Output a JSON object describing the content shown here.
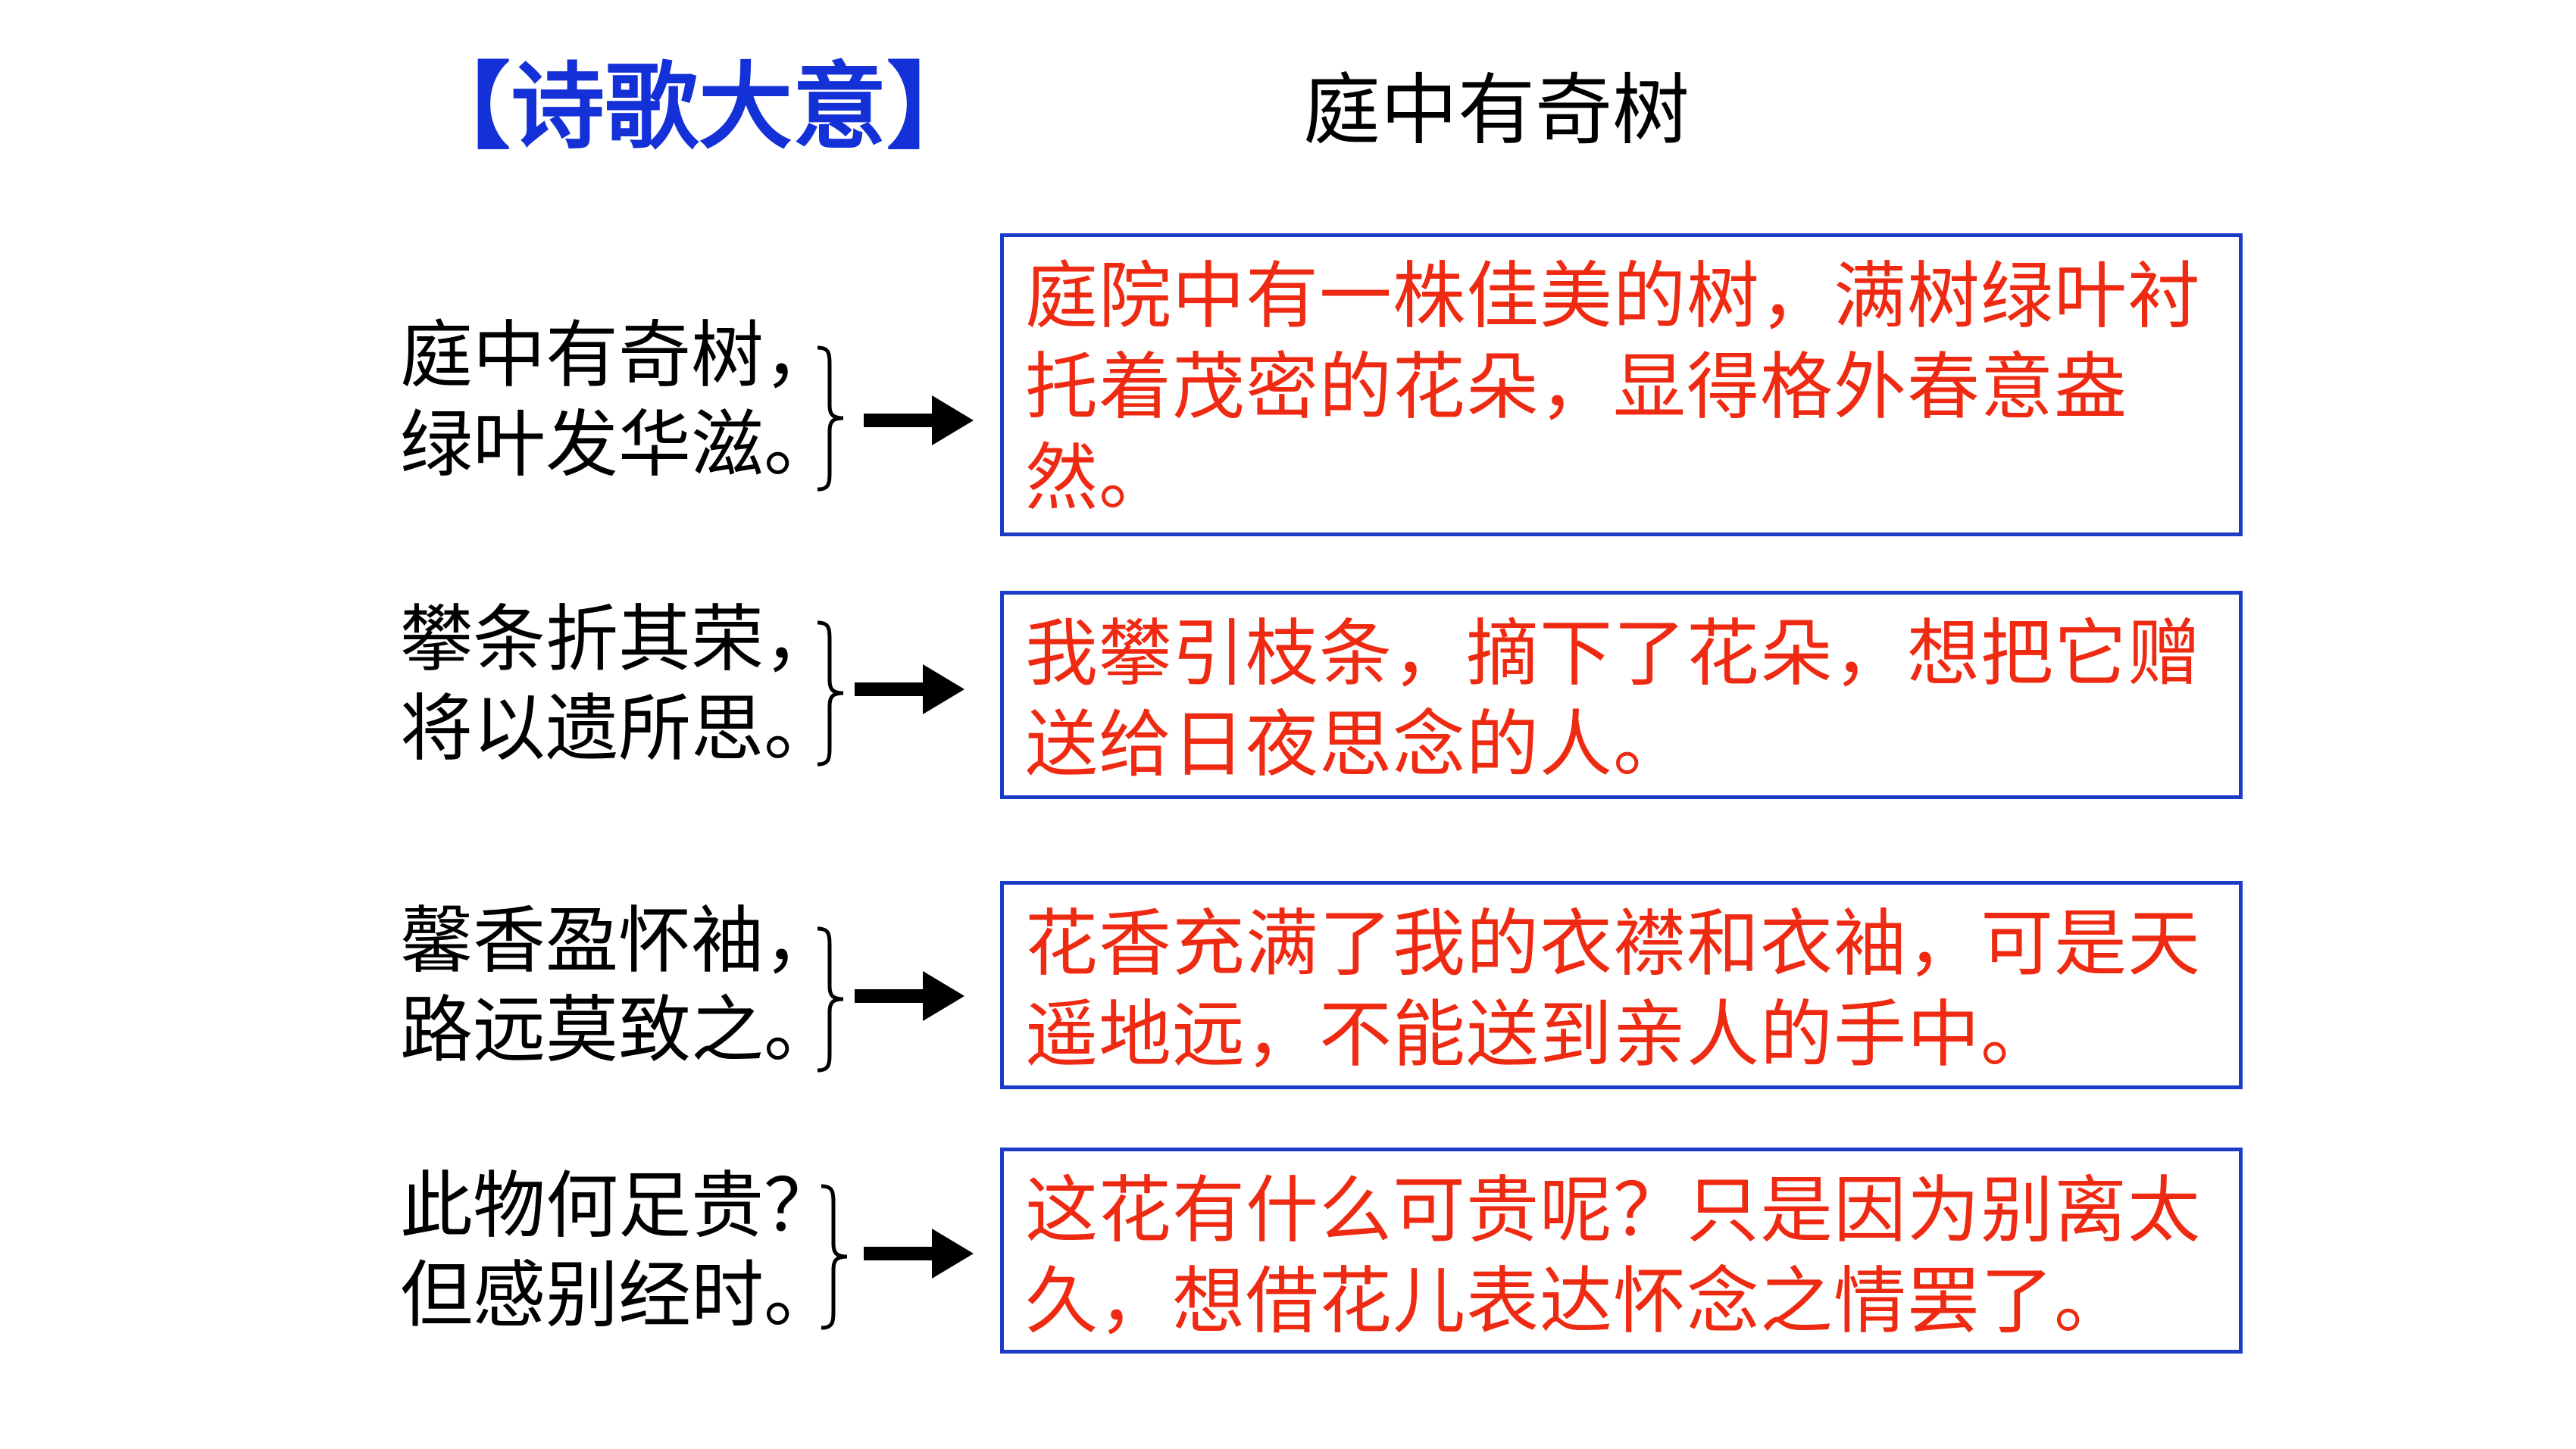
{
  "header": {
    "heading": "【诗歌大意】",
    "poem_title": "庭中有奇树"
  },
  "stanzas": [
    {
      "line1": "庭中有奇树，",
      "line2": "绿叶发华滋。",
      "meaning": "庭院中有一株佳美的树，满树绿叶衬托着茂密的花朵，显得格外春意盎然。"
    },
    {
      "line1": "攀条折其荣，",
      "line2": "将以遗所思。",
      "meaning": "我攀引枝条，摘下了花朵，想把它赠送给日夜思念的人。"
    },
    {
      "line1": "馨香盈怀袖，",
      "line2": "路远莫致之。",
      "meaning": "花香充满了我的衣襟和衣袖，可是天遥地远，不能送到亲人的手中。"
    },
    {
      "line1": "此物何足贵？",
      "line2": "但感别经时。",
      "meaning": "这花有什么可贵呢？只是因为别离太久，想借花儿表达怀念之情罢了。"
    }
  ],
  "colors": {
    "heading": "#1431d8",
    "meaning_text": "#ee2b12",
    "box_border": "#1c3cc8",
    "verse_text": "#000000"
  }
}
